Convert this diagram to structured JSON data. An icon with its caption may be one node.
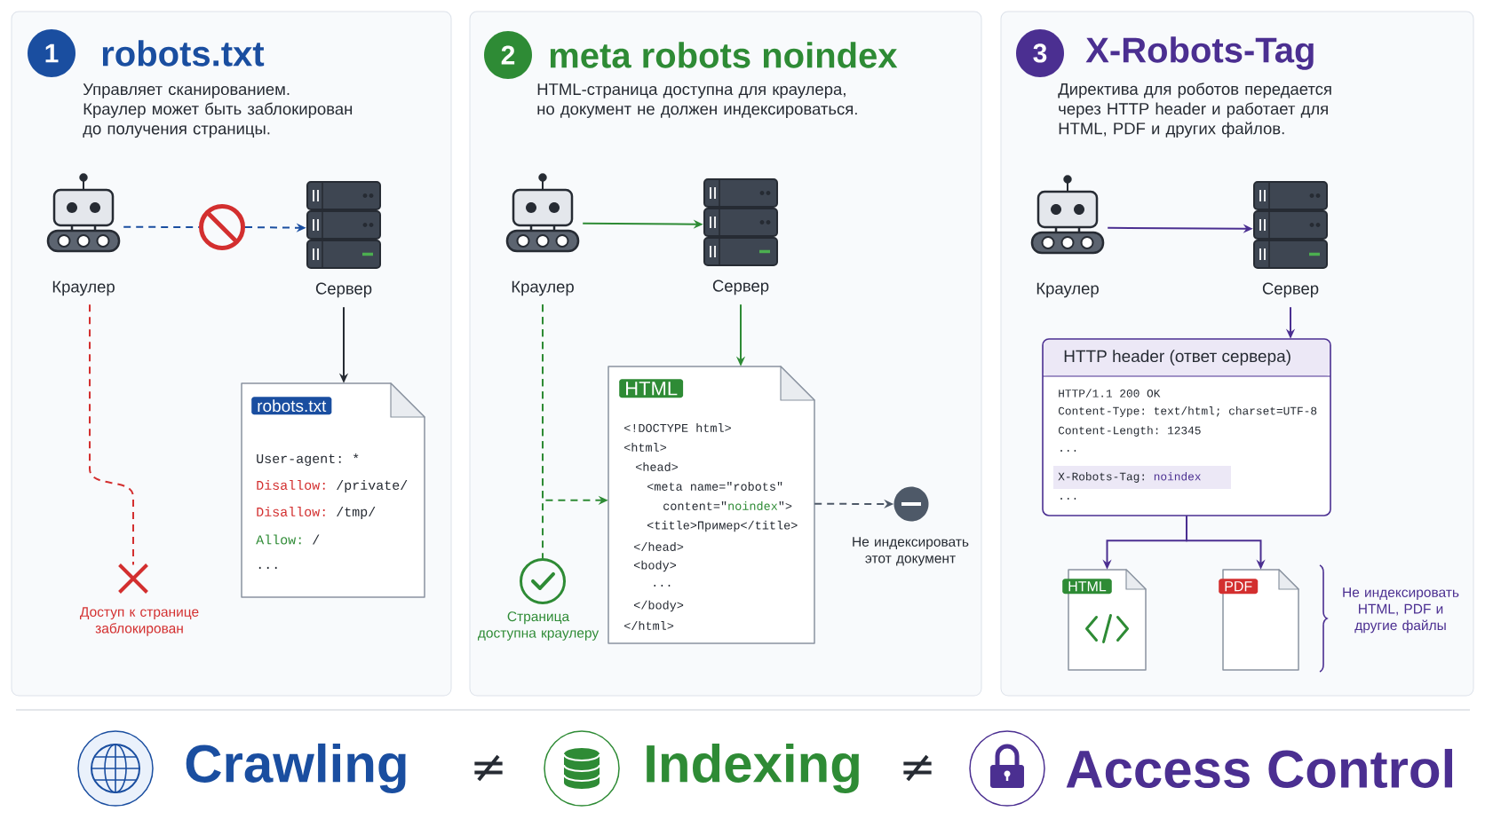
{
  "diagram": {
    "nodes": [
      {
        "text": [
          "robots.txt",
          "Управляет сканированием. Краулер может быть заблокирован до получения страницы."
        ]
      },
      {
        "text": [
          "1"
        ],
        "in": 0
      },
      {
        "text": [
          "Краулер"
        ],
        "in": 0
      },
      {
        "text": [
          "Сервер"
        ],
        "in": 0
      },
      {
        "text": [],
        "shape": "circle",
        "in": 0
      },
      {
        "text": [
          "robots.txt",
          "User-agent: *",
          "Disallow:",
          "/private/",
          "Disallow:",
          "/tmp/",
          "Allow:",
          "/",
          "..."
        ],
        "in": 0
      },
      {
        "text": [],
        "shape": "cross",
        "beside": [
          "Доступ к странице заблокирован"
        ],
        "in": 0
      },
      {
        "text": [
          "meta robots noindex",
          "HTML-страница доступна для краулера, но документ не должен индексироваться."
        ]
      },
      {
        "text": [
          "2"
        ],
        "in": 7
      },
      {
        "text": [
          "Краулер"
        ],
        "in": 7
      },
      {
        "text": [
          "Сервер"
        ],
        "in": 7
      },
      {
        "text": [
          "HTML",
          "<!DOCTYPE html>",
          "<html>",
          "<head>",
          "<meta name=\"robots\"",
          "content=\"",
          "noindex",
          "\">",
          "<title>Пример</title>",
          "</head>",
          "<body>",
          "...",
          "</body>",
          "</html>"
        ],
        "in": 7
      },
      {
        "text": [],
        "shape": "circle",
        "beside": [
          "Не индексировать этот документ"
        ],
        "in": 7
      },
      {
        "text": [],
        "shape": "circle",
        "beside": [
          "Страница доступна краулеру"
        ],
        "in": 7
      },
      {
        "text": [
          "X-Robots-Tag",
          "Директива для роботов передается через HTTP header и работает для HTML, PDF и других файлов."
        ]
      },
      {
        "text": [
          "3"
        ],
        "in": 14
      },
      {
        "text": [
          "Краулер"
        ],
        "in": 14
      },
      {
        "text": [
          "Сервер"
        ],
        "in": 14
      },
      {
        "text": [
          "HTTP header (ответ сервера)",
          "HTTP/1.1 200 OK",
          "Content-Type: text/html; charset=UTF-8",
          "Content-Length: 12345",
          "...",
          "X-Robots-Tag:",
          "noindex",
          "..."
        ],
        "in": 14
      },
      {
        "text": [
          "HTML"
        ],
        "in": 14
      },
      {
        "text": [
          "PDF"
        ],
        "in": 14
      }
    ],
    "edges": [
      {
        "from": 2,
        "to": 4,
        "arrow": "none",
        "style": "dashed",
        "color": "#1a4ea0"
      },
      {
        "from": 4,
        "to": 3,
        "arrow": "to",
        "style": "dashed",
        "color": "#1a4ea0"
      },
      {
        "from": 3,
        "to": 5,
        "arrow": "to",
        "color": "#262b33"
      },
      {
        "from": 2,
        "to": 6,
        "arrow": "none",
        "style": "dashed",
        "color": "#d32f2f"
      },
      {
        "from": 9,
        "to": 10,
        "arrow": "to",
        "color": "#2e8b35"
      },
      {
        "from": 10,
        "to": 11,
        "arrow": "to",
        "color": "#2e8b35"
      },
      {
        "from": 9,
        "to": 13,
        "arrow": "none",
        "style": "dashed",
        "color": "#2e8b35"
      },
      {
        "from": 9,
        "to": 11,
        "arrow": "to",
        "style": "dashed",
        "color": "#2e8b35"
      },
      {
        "from": 11,
        "to": 12,
        "arrow": "to",
        "style": "dashed",
        "color": "#4e5968"
      },
      {
        "from": 16,
        "to": 17,
        "arrow": "to",
        "color": "#4b2f91"
      },
      {
        "from": 17,
        "to": 18,
        "arrow": "to",
        "color": "#4b2f91"
      },
      {
        "from": 18,
        "to": 19,
        "arrow": "to",
        "color": "#4b2f91"
      },
      {
        "from": 18,
        "to": 20,
        "arrow": "to",
        "color": "#4b2f91"
      }
    ],
    "labels": [
      "Не индексировать HTML, PDF и другие файлы",
      "Crawling",
      "≠",
      "Indexing",
      "≠",
      "Access Control"
    ]
  }
}
